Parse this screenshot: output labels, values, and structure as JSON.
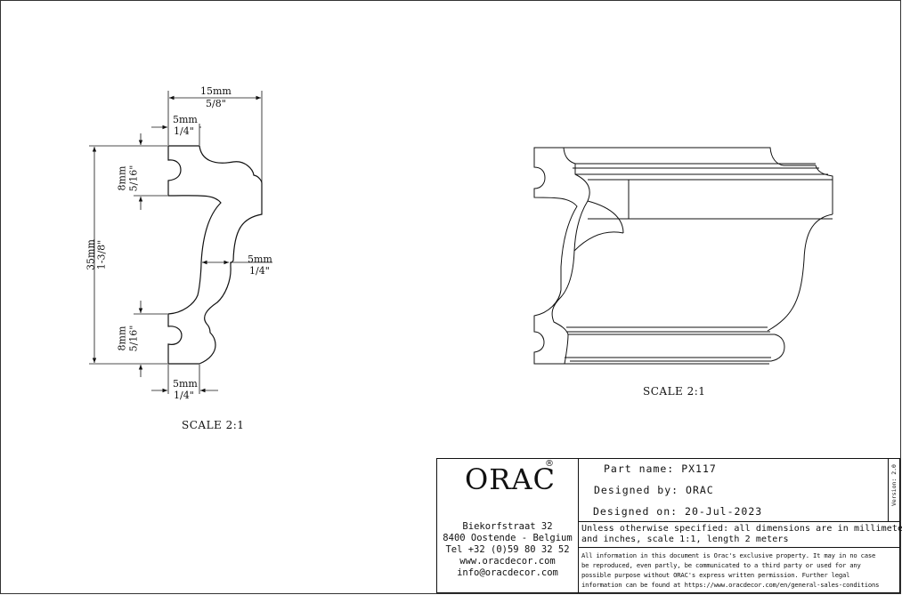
{
  "profile_view": {
    "scale_label": "SCALE 2:1",
    "dimensions": {
      "total_width": {
        "mm": "15mm",
        "inch": "5/8\""
      },
      "top_step": {
        "mm": "5mm",
        "inch": "1/4\""
      },
      "bottom_step": {
        "mm": "5mm",
        "inch": "1/4\""
      },
      "height": {
        "mm": "35mm",
        "inch": "1-3/8\""
      },
      "upper_tab": {
        "mm": "8mm",
        "inch": "5/16\""
      },
      "lower_tab": {
        "mm": "8mm",
        "inch": "5/16\""
      },
      "thickness": {
        "mm": "5mm",
        "inch": "1/4\""
      }
    }
  },
  "perspective_view": {
    "scale_label": "SCALE 2:1"
  },
  "title_block": {
    "logo_text": "ORAC",
    "logo_mark": "®",
    "address": [
      "Biekorfstraat 32",
      "8400 Oostende - Belgium",
      "Tel  +32 (0)59 80 32 52",
      "www.oracdecor.com",
      "info@oracdecor.com"
    ],
    "part_name_label": "Part name:",
    "part_name": "PX117",
    "designed_by_label": "Designed by:",
    "designed_by": "ORAC",
    "designed_on_label": "Designed on:",
    "designed_on": "20-Jul-2023",
    "version": "Version: 2.0",
    "spec_lines": [
      "Unless otherwise specified: all dimensions are in millimeters",
      "and inches, scale 1:1, length 2 meters"
    ],
    "legal_lines": [
      "All information in this document is Orac's exclusive property.  It may in no case",
      "be reproduced, even partly, be communicated to a third party or used for any",
      "possible purpose without ORAC's express written permission. Further legal",
      "information can be found at https://www.oracdecor.com/en/general-sales-conditions"
    ]
  }
}
